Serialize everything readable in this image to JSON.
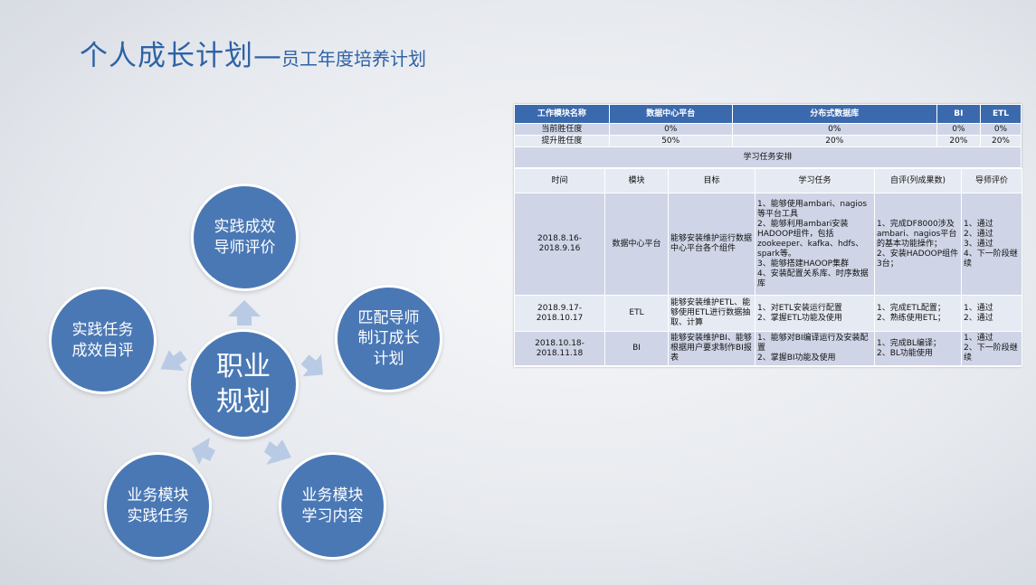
{
  "title": {
    "main": "个人成长计划",
    "dash": "—",
    "sub": "员工年度培养计划"
  },
  "diagram": {
    "center": "职业\n规划",
    "nodes": {
      "top": "实践成效\n导师评价",
      "right": "匹配导师\n制订成长\n计划",
      "bottom_right": "业务模块\n学习内容",
      "bottom_left": "业务模块\n实践任务",
      "left": "实践任务\n成效自评"
    }
  },
  "colors": {
    "circle": "#4a78b5",
    "arrow": "#b9cbe4",
    "header": "#3a6aad"
  },
  "table": {
    "header": [
      "工作模块名称",
      "数据中心平台",
      "分布式数据库",
      "BI",
      "ETL"
    ],
    "current": [
      "当前胜任度",
      "0%",
      "0%",
      "0%",
      "0%"
    ],
    "target": [
      "提升胜任度",
      "50%",
      "20%",
      "20%",
      "20%"
    ],
    "section_title": "学习任务安排",
    "columns": [
      "时间",
      "模块",
      "目标",
      "学习任务",
      "自评(列成果数)",
      "导师评价"
    ],
    "rows": [
      {
        "time": "2018.8.16-\n2018.9.16",
        "module": "数据中心平台",
        "goal": "能够安装维护运行数据中心平台各个组件",
        "tasks": "1、能够使用ambari、nagios等平台工具\n2、能够利用ambari安装HADOOP组件，包括zookeeper、kafka、hdfs、spark等。\n3、能够搭建HAOOP集群\n4、安装配置关系库、时序数据库",
        "self_eval": "1、完成DF8000涉及ambari、nagios平台的基本功能操作；\n2、安装HADOOP组件3台；",
        "mentor_eval": "1、通过\n2、通过\n3、通过\n4、下一阶段继续"
      },
      {
        "time": "2018.9.17-\n2018.10.17",
        "module": "ETL",
        "goal": "能够安装维护ETL、能够使用ETL进行数据抽取、计算",
        "tasks": "1、对ETL安装运行配置\n2、掌握ETL功能及使用",
        "self_eval": "1、完成ETL配置；\n2、熟练使用ETL；",
        "mentor_eval": "1、通过\n2、通过"
      },
      {
        "time": "2018.10.18-\n2018.11.18",
        "module": "BI",
        "goal": "能够安装维护BI、能够根据用户要求制作BI报表",
        "tasks": "1、能够对BI编译运行及安装配置\n2、掌握BI功能及使用",
        "self_eval": "1、完成BL编译；\n2、BL功能使用",
        "mentor_eval": "1、通过\n2、下一阶段继续"
      }
    ]
  }
}
